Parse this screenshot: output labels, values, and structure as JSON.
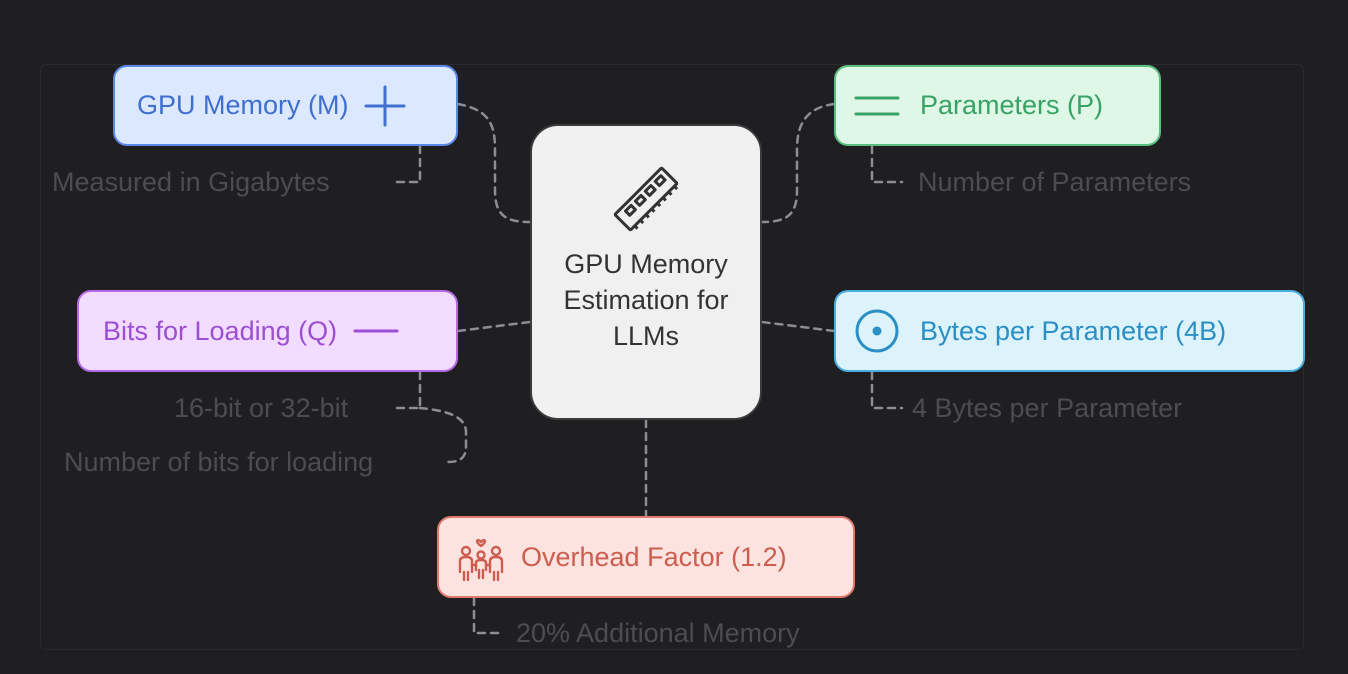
{
  "center": {
    "title": "GPU Memory Estimation for LLMs",
    "icon": "memory-chip-icon"
  },
  "nodes": {
    "gpu_memory": {
      "label": "GPU Memory (M)",
      "icon": "plus-icon",
      "sub": "Measured in Gigabytes",
      "color": "#5b87e8"
    },
    "parameters": {
      "label": "Parameters (P)",
      "icon": "equals-icon",
      "sub": "Number of Parameters",
      "color": "#58c07f"
    },
    "bits": {
      "label": "Bits for Loading (Q)",
      "icon": "minus-icon",
      "sub1": "16-bit or 32-bit",
      "sub2": "Number of bits for loading",
      "color": "#b469e6"
    },
    "bytes": {
      "label": "Bytes per Parameter (4B)",
      "icon": "target-icon",
      "sub": "4 Bytes per Parameter",
      "color": "#48ade0"
    },
    "overhead": {
      "label": "Overhead Factor (1.2)",
      "icon": "family-icon",
      "sub": "20% Additional Memory",
      "color": "#e07a6d"
    }
  }
}
